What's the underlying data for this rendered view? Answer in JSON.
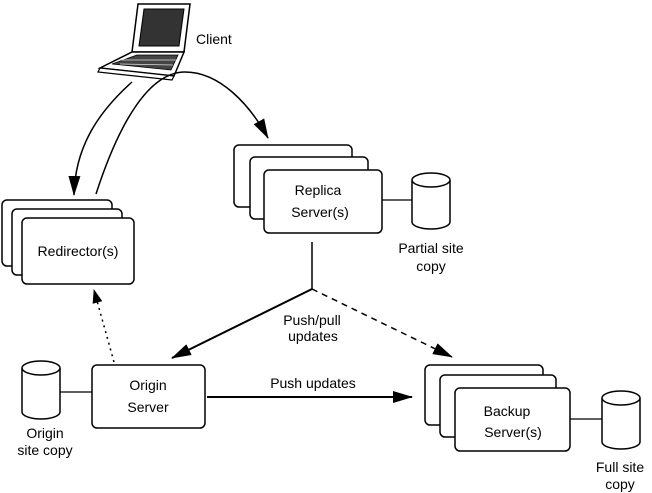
{
  "nodes": {
    "client": {
      "label": "Client"
    },
    "replica": {
      "label_line1": "Replica",
      "label_line2": "Server(s)"
    },
    "partial_copy": {
      "label_line1": "Partial site",
      "label_line2": "copy"
    },
    "redirector": {
      "label": "Redirector(s)"
    },
    "origin": {
      "label_line1": "Origin",
      "label_line2": "Server"
    },
    "origin_copy": {
      "label_line1": "Origin",
      "label_line2": "site copy"
    },
    "backup": {
      "label_line1": "Backup",
      "label_line2": "Server(s)"
    },
    "full_copy": {
      "label_line1": "Full site",
      "label_line2": "copy"
    }
  },
  "edges": {
    "push_pull": {
      "label_line1": "Push/pull",
      "label_line2": "updates"
    },
    "push_updates": {
      "label": "Push updates"
    }
  },
  "colors": {
    "stroke": "#000000",
    "fill": "#ffffff",
    "laptop_screen": "#333333"
  }
}
